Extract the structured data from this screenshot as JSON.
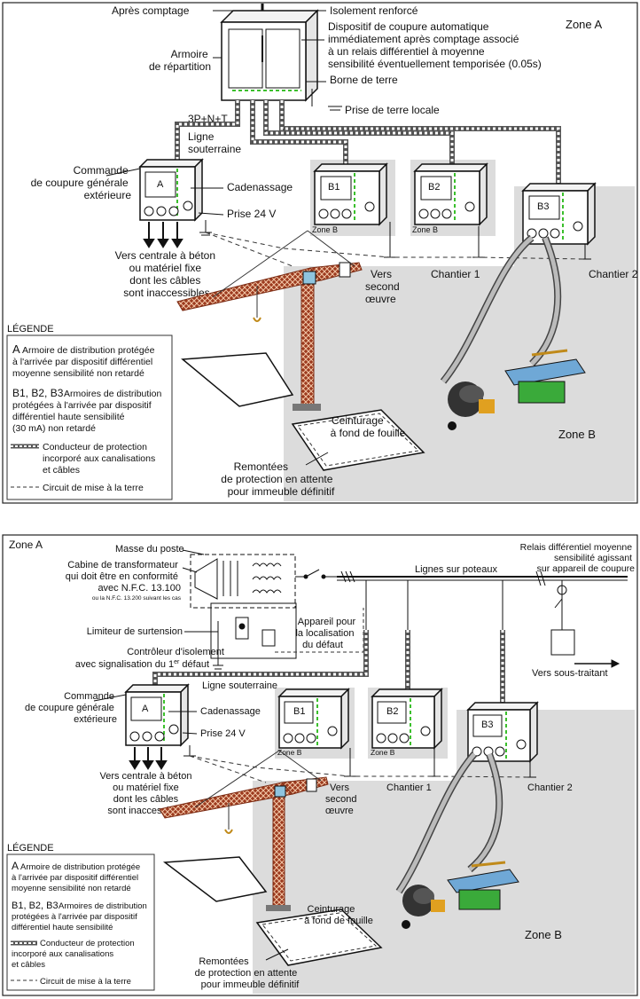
{
  "panel1": {
    "zone_a": "Zone A",
    "zone_b": "Zone B",
    "apres_comptage": "Après comptage",
    "isolement_renforce": "Isolement renforcé",
    "dispositif_lines": [
      "Dispositif de coupure automatique",
      "immédiatement après comptage associé",
      "à un relais différentiel à moyenne",
      "sensibilité éventuellement temporisée (0.05s)"
    ],
    "armoire_lines": [
      "Armoire",
      "de répartition"
    ],
    "borne_terre": "Borne de terre",
    "prise_terre_locale": "Prise de terre locale",
    "alim": "3P+N+T",
    "ligne_sout_lines": [
      "Ligne",
      "souterraine"
    ],
    "commande_lines": [
      "Commande",
      "de coupure générale",
      "extérieure"
    ],
    "cadenassage": "Cadenassage",
    "prise_24v": "Prise 24 V",
    "box_a": "A",
    "box_b1": "B1",
    "box_b2": "B2",
    "box_b3": "B3",
    "zone_b_small": "Zone B",
    "vers_centrale_lines": [
      "Vers centrale à béton",
      "ou matériel fixe",
      "dont les câbles",
      "sont inaccessibles"
    ],
    "vers_second_lines": [
      "Vers",
      "second",
      "œuvre"
    ],
    "chantier1": "Chantier 1",
    "chantier2": "Chantier 2",
    "ceinturage_lines": [
      "Ceinturage",
      "à fond de fouille"
    ],
    "remontees_lines": [
      "Remontées",
      "de protection en attente",
      "pour immeuble définitif"
    ]
  },
  "panel2": {
    "zone_a": "Zone A",
    "zone_b": "Zone B",
    "masse_poste": "Masse du poste",
    "cabine_lines": [
      "Cabine de transformateur",
      "qui doit être en conformité",
      "avec N.F.C. 13.100"
    ],
    "cabine_small": "ou la N.F.C. 13.200 suivant les cas",
    "lignes_poteaux": "Lignes sur poteaux",
    "relais_lines": [
      "Relais différentiel moyenne",
      "sensibilité agissant",
      "sur appareil de coupure"
    ],
    "limiteur": "Limiteur de surtension",
    "controleur_line1": "Contrôleur d'isolement",
    "controleur_line2": "avec signalisation du 1",
    "controleur_sup": "er",
    "controleur_line2_end": " défaut",
    "appareil_lines": [
      "Appareil pour",
      "la localisation",
      "du défaut"
    ],
    "vers_sous_traitant": "Vers sous-traitant",
    "ligne_souterraine": "Ligne souterraine",
    "commande_lines": [
      "Commande",
      "de coupure générale",
      "extérieure"
    ],
    "cadenassage": "Cadenassage",
    "prise_24v": "Prise 24 V",
    "box_a": "A",
    "box_b1": "B1",
    "box_b2": "B2",
    "box_b3": "B3",
    "zone_b_small": "Zone B",
    "vers_centrale_lines": [
      "Vers centrale à béton",
      "ou matériel fixe",
      "dont les câbles",
      "sont inaccessibles"
    ],
    "vers_second_lines": [
      "Vers",
      "second",
      "œuvre"
    ],
    "chantier1": "Chantier 1",
    "chantier2": "Chantier 2",
    "ceinturage_lines": [
      "Ceinturage",
      "à fond de fouille"
    ],
    "remontees_lines": [
      "Remontées",
      "de protection en attente",
      "pour immeuble définitif"
    ]
  },
  "legend": {
    "title": "LÉGENDE",
    "a_key": "A",
    "a_text_lines": [
      "Armoire de distribution protégée",
      "à l'arrivée par dispositif différentiel",
      "moyenne sensibilité non retardé"
    ],
    "b_key": "B1, B2, B3",
    "b_text_lines": [
      "Armoires de distribution",
      "protégées à l'arrivée par dispositif",
      "différentiel haute sensibilité",
      "(30 mA) non retardé"
    ],
    "b_text_lines_p2": [
      "Armoires de distribution",
      "protégées à l'arrivée par dispositif",
      "différentiel haute sensibilité"
    ],
    "conducteur_lines": [
      "Conducteur de protection",
      "incorporé aux canalisations",
      "et câbles"
    ],
    "circuit_terre": "Circuit de mise à la terre"
  }
}
